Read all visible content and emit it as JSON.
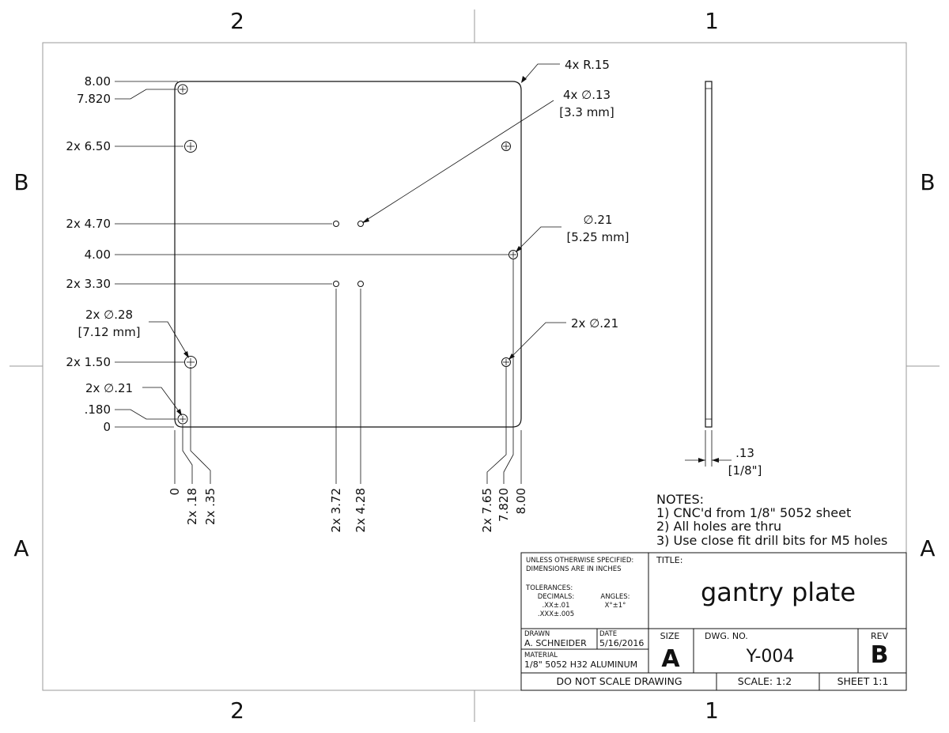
{
  "zones": {
    "top_left": "2",
    "top_right": "1",
    "bottom_left": "2",
    "bottom_right": "1",
    "left_upper": "B",
    "left_lower": "A",
    "right_upper": "B",
    "right_lower": "A"
  },
  "callouts": {
    "corner_radius": "4x R.15",
    "small_holes": "4x ∅.13",
    "small_holes_mm": "[3.3 mm]",
    "center_hole": "∅.21",
    "center_hole_mm": "[5.25 mm]",
    "right_lower_holes": "2x ∅.21",
    "big_holes": "2x ∅.28",
    "big_holes_mm": "[7.12 mm]",
    "corner_holes": "2x ∅.21"
  },
  "vertical_dims": {
    "d800": "8.00",
    "d7820": "7.820",
    "d650": "2x 6.50",
    "d470": "2x 4.70",
    "d400": "4.00",
    "d330": "2x 3.30",
    "d150": "2x 1.50",
    "d180": ".180",
    "d0": "0"
  },
  "horizontal_dims": {
    "h0": "0",
    "h018": "2x .18",
    "h035": "2x .35",
    "h372": "2x 3.72",
    "h428": "2x 4.28",
    "h765": "2x 7.65",
    "h7820": "7.820",
    "h800": "8.00"
  },
  "side_view": {
    "thickness": ".13",
    "thickness_frac": "[1/8\"]"
  },
  "notes": {
    "heading": "NOTES:",
    "items": [
      "1) CNC'd from 1/8\" 5052 sheet",
      "2) All holes are thru",
      "3) Use close fit drill bits for M5 holes"
    ]
  },
  "title_block": {
    "unless_line1": "UNLESS OTHERWISE SPECIFIED:",
    "unless_line2": "DIMENSIONS ARE IN INCHES",
    "tolerances": "TOLERANCES:",
    "decimals": "DECIMALS:",
    "dec_xx": ".XX±.01",
    "dec_xxx": ".XXX±.005",
    "angles": "ANGLES:",
    "angles_val": "X°±1°",
    "title_label": "TITLE:",
    "title": "gantry plate",
    "drawn_label": "DRAWN",
    "drawn_by": "A. SCHNEIDER",
    "date_label": "DATE",
    "date": "5/16/2016",
    "material_label": "MATERIAL",
    "material": "1/8\" 5052 H32 ALUMINUM",
    "size_label": "SIZE",
    "size": "A",
    "dwg_no_label": "DWG. NO.",
    "dwg_no": "Y-004",
    "rev_label": "REV",
    "rev": "B",
    "do_not_scale": "DO NOT SCALE DRAWING",
    "scale": "SCALE: 1:2",
    "sheet": "SHEET 1:1"
  }
}
